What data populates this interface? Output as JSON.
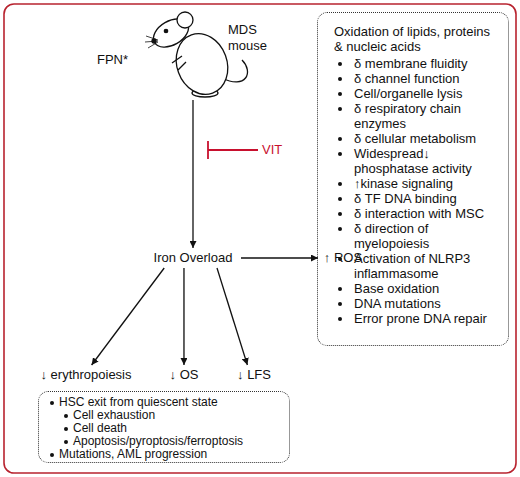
{
  "diagram": {
    "nodes": [
      {
        "text": [
          "FPN*",
          "MDS mouse"
        ]
      },
      {
        "text": [
          "Iron Overload"
        ]
      },
      {
        "text": [
          "↑ ROS"
        ]
      },
      {
        "text": [
          "↓ erythropoiesis"
        ]
      },
      {
        "text": [
          "↓ OS"
        ]
      },
      {
        "text": [
          "↓ LFS"
        ]
      },
      {
        "text": [
          "HSC exit from quiescent state",
          "Cell exhaustion",
          "Cell death",
          "Apoptosis/pyroptosis/ferroptosis",
          "Mutations, AML progression"
        ]
      },
      {
        "text": [
          "Oxidation of lipids, proteins & nucleic acids",
          "δ membrane fluidity",
          "δ channel function",
          "Cell/organelle lysis",
          "δ respiratory chain enzymes",
          "δ cellular metabolism",
          "Widespread↓ phosphatase activity",
          "↑kinase signaling",
          "δ TF DNA binding",
          "δ interaction with MSC",
          "δ direction of myelopoiesis",
          "Activation of NLRP3 inflammasome",
          "Base oxidation",
          "DNA mutations",
          "Error prone DNA repair"
        ]
      }
    ],
    "edges": [
      {
        "from": 0,
        "to": 1,
        "arrow": "to"
      },
      {
        "from": 1,
        "to": 2,
        "arrow": "to"
      },
      {
        "from": 1,
        "to": 3,
        "arrow": "to"
      },
      {
        "from": 1,
        "to": 4,
        "arrow": "to"
      },
      {
        "from": 1,
        "to": 5,
        "arrow": "to"
      }
    ],
    "labels": [
      "VIT"
    ]
  }
}
